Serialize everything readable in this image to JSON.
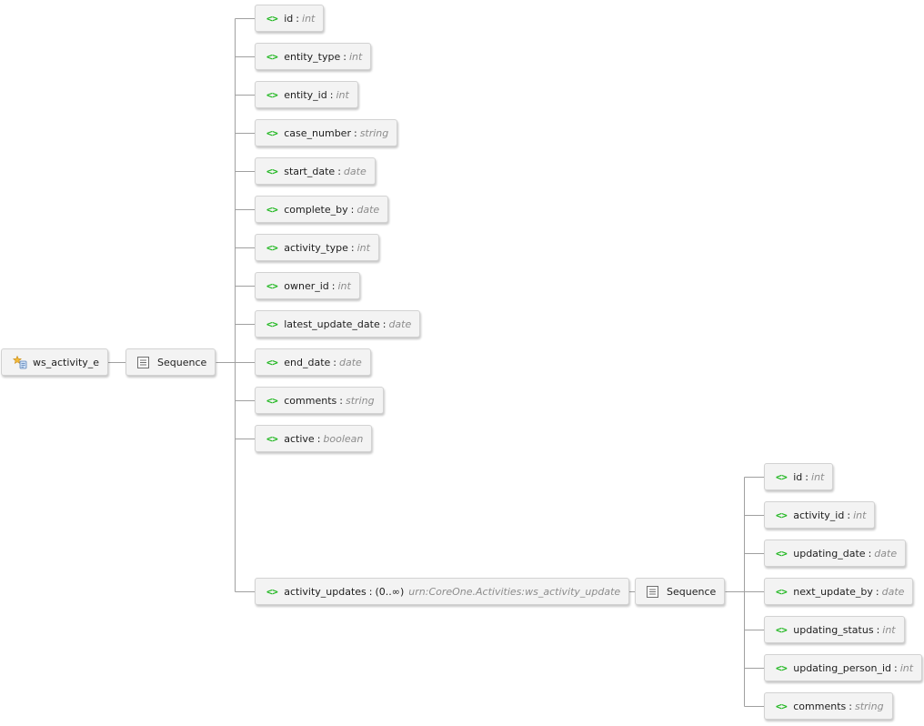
{
  "root": {
    "name": "ws_activity_e",
    "icon": "complex-type-icon"
  },
  "sequence1": {
    "label": "Sequence",
    "icon": "sequence-icon"
  },
  "elements1": [
    {
      "name": "id",
      "type": "int"
    },
    {
      "name": "entity_type",
      "type": "int"
    },
    {
      "name": "entity_id",
      "type": "int"
    },
    {
      "name": "case_number",
      "type": "string"
    },
    {
      "name": "start_date",
      "type": "date"
    },
    {
      "name": "complete_by",
      "type": "date"
    },
    {
      "name": "activity_type",
      "type": "int"
    },
    {
      "name": "owner_id",
      "type": "int"
    },
    {
      "name": "latest_update_date",
      "type": "date"
    },
    {
      "name": "end_date",
      "type": "date"
    },
    {
      "name": "comments",
      "type": "string"
    },
    {
      "name": "active",
      "type": "boolean"
    }
  ],
  "activity_updates": {
    "name": "activity_updates",
    "multiplicity": "(0..∞)",
    "type": "urn:CoreOne.Activities:ws_activity_update"
  },
  "sequence2": {
    "label": "Sequence",
    "icon": "sequence-icon"
  },
  "elements2": [
    {
      "name": "id",
      "type": "int"
    },
    {
      "name": "activity_id",
      "type": "int"
    },
    {
      "name": "updating_date",
      "type": "date"
    },
    {
      "name": "next_update_by",
      "type": "date"
    },
    {
      "name": "updating_status",
      "type": "int"
    },
    {
      "name": "updating_person_id",
      "type": "int"
    },
    {
      "name": "comments",
      "type": "string"
    }
  ],
  "element_icon_glyph": "<>",
  "colors": {
    "element_icon": "#1fb71f",
    "type_text": "#8c8c8c",
    "connector": "#a0a0a0",
    "node_bg": "#f3f3f3",
    "node_border": "#d2d2d2"
  }
}
